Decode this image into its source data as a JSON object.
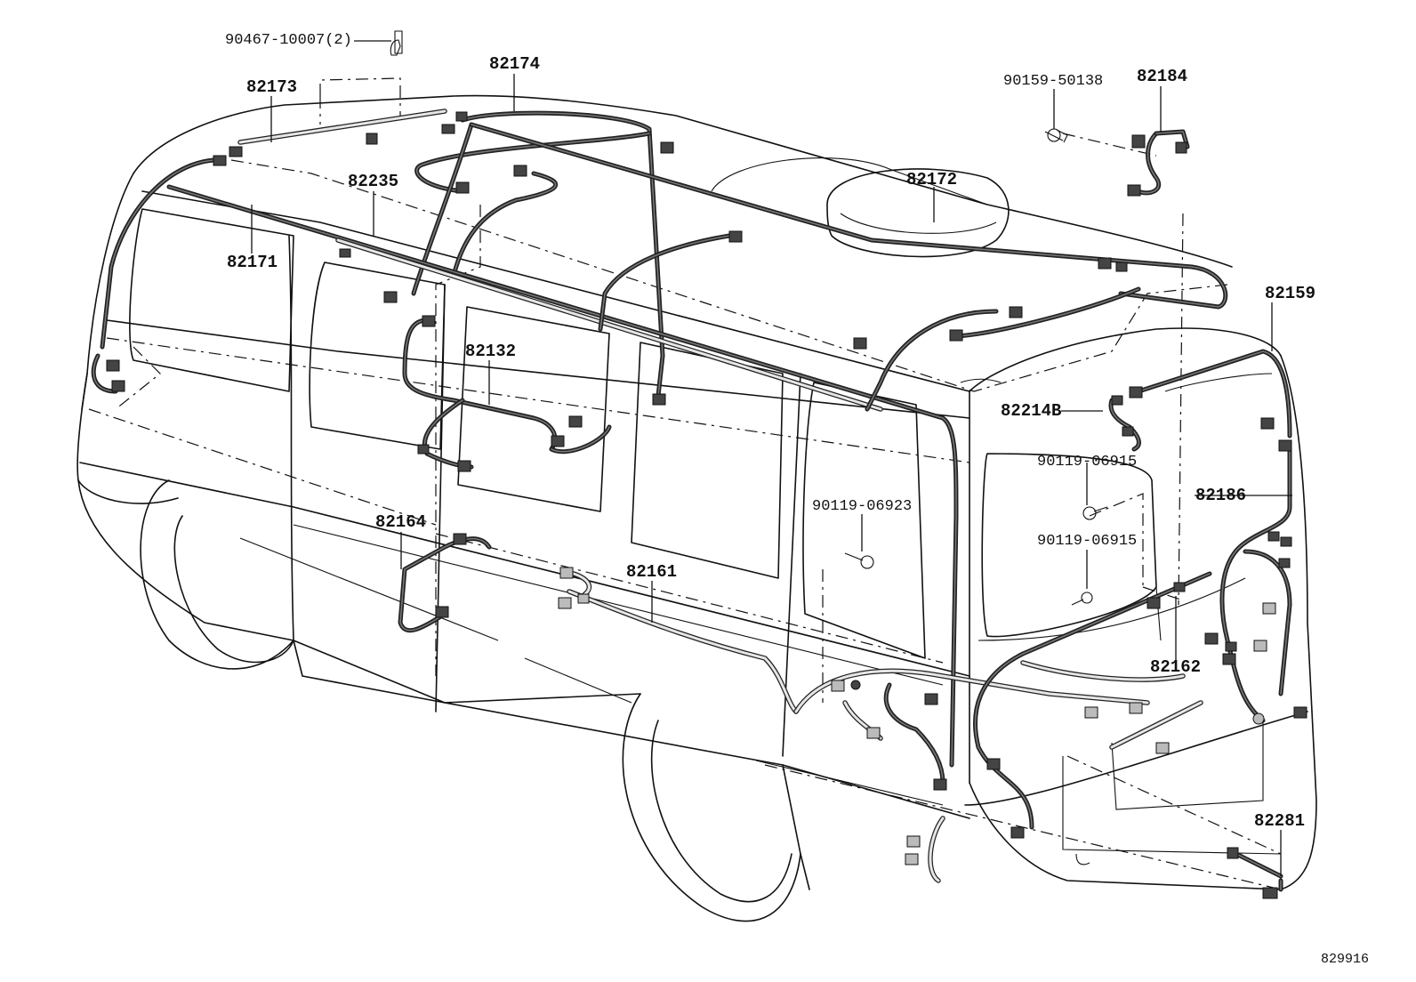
{
  "labels": {
    "clip_90467": "90467-10007(2)",
    "part_82173": "82173",
    "part_82174": "82174",
    "bolt_90159": "90159-50138",
    "part_82184": "82184",
    "part_82235": "82235",
    "part_82172": "82172",
    "part_82171": "82171",
    "part_82159": "82159",
    "part_82132": "82132",
    "part_82214B": "82214B",
    "bolt_90119_06915_a": "90119-06915",
    "part_82186": "82186",
    "bolt_90119_06923": "90119-06923",
    "part_82164": "82164",
    "bolt_90119_06915_b": "90119-06915",
    "part_82161": "82161",
    "part_82162": "82162",
    "part_82281": "82281",
    "figure_id": "829916"
  }
}
